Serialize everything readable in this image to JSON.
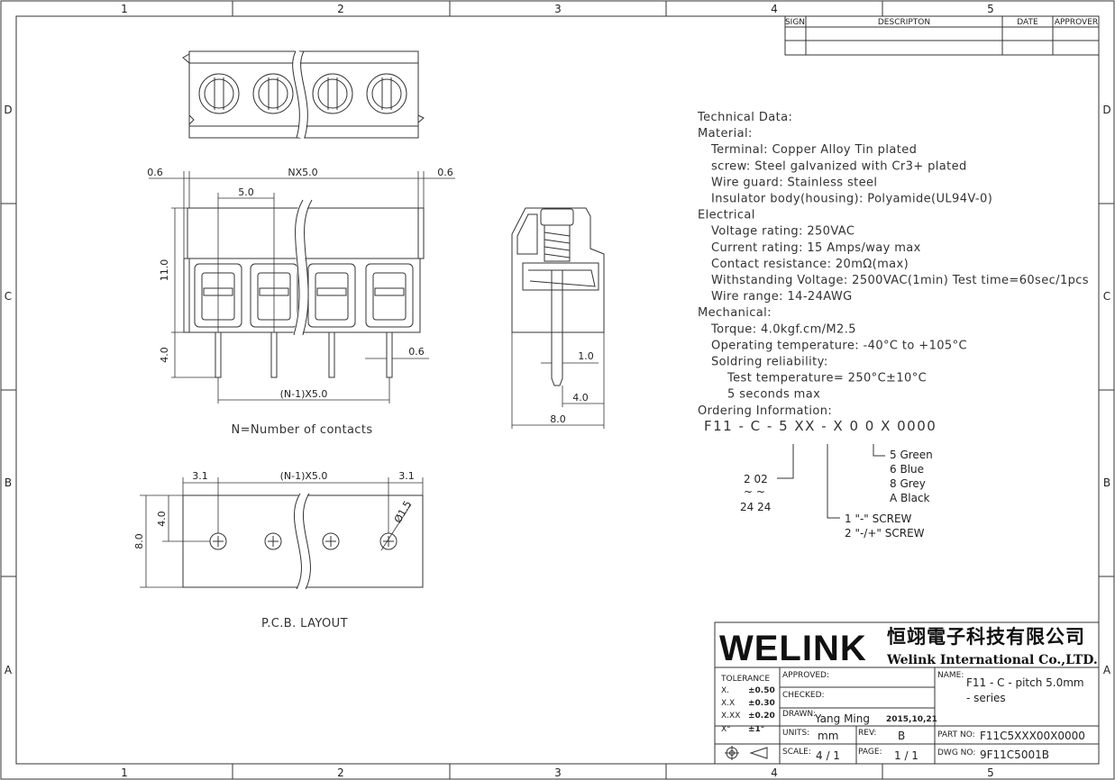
{
  "zones": {
    "columns": [
      "1",
      "2",
      "3",
      "4",
      "5"
    ],
    "rows": [
      "D",
      "C",
      "B",
      "A"
    ]
  },
  "revision_table": {
    "headers": [
      "SIGN",
      "DESCRIPTON",
      "DATE",
      "APPROVER"
    ]
  },
  "dimensions": {
    "top_left": "0.6",
    "top_span": "NX5.0",
    "top_right": "0.6",
    "pitch": "5.0",
    "height": "11.0",
    "pin_length": "4.0",
    "pin_width": "0.6",
    "pin_span": "(N-1)X5.0",
    "side_pin": "1.0",
    "side_offset": "4.0",
    "side_width": "8.0",
    "pcb_left": "3.1",
    "pcb_span": "(N-1)X5.0",
    "pcb_right": "3.1",
    "pcb_half_height": "4.0",
    "pcb_height": "8.0",
    "hole_diameter": "Ø1.5"
  },
  "captions": {
    "contacts_note": "N=Number of contacts",
    "pcb_layout": "P.C.B. LAYOUT"
  },
  "technical_data": [
    {
      "text": "Technical Data:",
      "indent": 0
    },
    {
      "text": "Material:",
      "indent": 0
    },
    {
      "text": "Terminal: Copper Alloy Tin plated",
      "indent": 1
    },
    {
      "text": "screw: Steel galvanized with Cr3+ plated",
      "indent": 1
    },
    {
      "text": "Wire guard: Stainless steel",
      "indent": 1
    },
    {
      "text": "Insulator body(housing): Polyamide(UL94V-0)",
      "indent": 1
    },
    {
      "text": "Electrical",
      "indent": 0
    },
    {
      "text": "Voltage rating: 250VAC",
      "indent": 1
    },
    {
      "text": "Current rating: 15 Amps/way max",
      "indent": 1
    },
    {
      "text": "Contact resistance: 20mΩ(max)",
      "indent": 1
    },
    {
      "text": "Withstanding Voltage: 2500VAC(1min) Test time=60sec/1pcs",
      "indent": 1
    },
    {
      "text": "Wire range: 14-24AWG",
      "indent": 1
    },
    {
      "text": "Mechanical:",
      "indent": 0
    },
    {
      "text": "Torque: 4.0kgf.cm/M2.5",
      "indent": 1
    },
    {
      "text": "Operating temperature: -40°C to +105°C",
      "indent": 1
    },
    {
      "text": "Soldring reliability:",
      "indent": 1
    },
    {
      "text": "Test temperature= 250°C±10°C",
      "indent": 2
    },
    {
      "text": "5 seconds max",
      "indent": 2
    },
    {
      "text": "Ordering Information:",
      "indent": 0
    }
  ],
  "ordering": {
    "code": "F11 - C - 5 XX - X 0  0 X  0000",
    "contacts_range": [
      "2   02",
      "~   ~",
      "24  24"
    ],
    "screw_options": [
      "1   \"-\" SCREW",
      "2  \"-/+\" SCREW"
    ],
    "color_options": [
      "5   Green",
      "6   Blue",
      "8   Grey",
      "A   Black"
    ]
  },
  "title_block": {
    "logo": "WELINK",
    "company_cn": "恒翊電子科技有限公司",
    "company_en": "Welink International Co.,LTD.",
    "tolerance_label": "TOLERANCE",
    "tolerances": [
      {
        "k": "X.",
        "v": "±0.50"
      },
      {
        "k": "X.X",
        "v": "±0.30"
      },
      {
        "k": "X.XX",
        "v": "±0.20"
      },
      {
        "k": "X°",
        "v": "±1°"
      }
    ],
    "approved_label": "APPROVED:",
    "checked_label": "CHECKED:",
    "drawn_label": "DRAWN:",
    "drawn_by": "Yang Ming",
    "drawn_date": "2015,10,21",
    "units_label": "UNITS:",
    "units": "mm",
    "rev_label": "REV:",
    "rev": "B",
    "scale_label": "SCALE:",
    "scale": "4 / 1",
    "page_label": "PAGE:",
    "page": "1 / 1",
    "name_label": "NAME:",
    "name_line1": "F11 - C - pitch 5.0mm",
    "name_line2": "- series",
    "part_label": "PART NO:",
    "part_no": "F11C5XXX00X0000",
    "dwg_label": "DWG NO:",
    "dwg_no": "9F11C5001B"
  }
}
